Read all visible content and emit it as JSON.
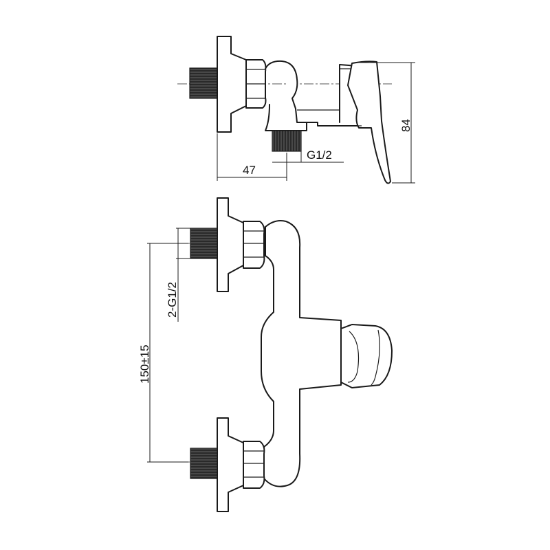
{
  "dimensions": {
    "depth": "47",
    "outlet_thread": "G1/2",
    "height": "84",
    "inlet_threads": "2-G1/2",
    "center_distance": "150±15"
  },
  "colors": {
    "line": "#1a1a1a",
    "background": "#ffffff"
  }
}
